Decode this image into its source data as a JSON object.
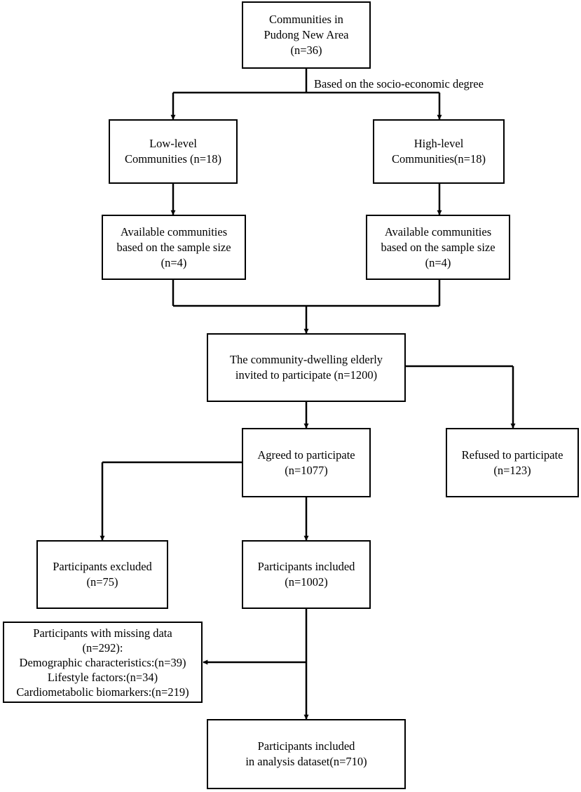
{
  "boxes": {
    "communities": [
      "Communities in",
      "Pudong New Area",
      "(n=36)"
    ],
    "low_level": [
      "Low-level",
      "Communities (n=18)"
    ],
    "high_level": [
      "High-level",
      "Communities(n=18)"
    ],
    "available_low": [
      "Available communities",
      "based on the sample size",
      "(n=4)"
    ],
    "available_high": [
      "Available communities",
      "based on the sample size",
      "(n=4)"
    ],
    "invited": [
      "The community-dwelling elderly",
      "invited to participate (n=1200)"
    ],
    "agreed": [
      "Agreed to participate",
      "(n=1077)"
    ],
    "refused": [
      "Refused to participate",
      "(n=123)"
    ],
    "excluded": [
      "Participants excluded",
      "(n=75)"
    ],
    "included": [
      "Participants included",
      "(n=1002)"
    ],
    "missing": [
      "Participants with missing data",
      "(n=292):",
      "Demographic characteristics:(n=39)",
      "Lifestyle factors:(n=34)",
      "Cardiometabolic biomarkers:(n=219)"
    ],
    "final": [
      "Participants included",
      "in analysis dataset(n=710)"
    ]
  },
  "labels": {
    "split_criterion": "Based on the socio-economic degree"
  }
}
